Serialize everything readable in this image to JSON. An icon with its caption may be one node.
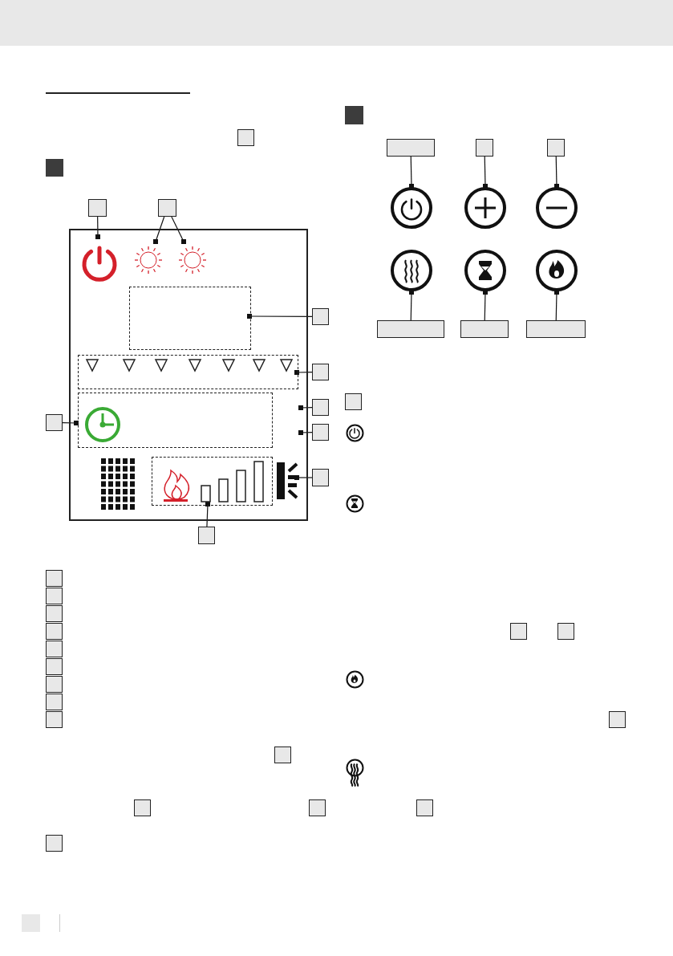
{
  "diagram": {
    "nodes": [
      {
        "text": [],
        "shape": "box"
      },
      {
        "text": [],
        "shape": "box"
      },
      {
        "text": [],
        "shape": "box"
      },
      {
        "text": [],
        "shape": "picture",
        "in": 0
      },
      {
        "text": [],
        "shape": "picture",
        "in": 0
      },
      {
        "text": [],
        "shape": "picture",
        "in": 0
      },
      {
        "text": [],
        "shape": "box",
        "in": 0
      },
      {
        "text": [],
        "shape": "box"
      },
      {
        "text": [],
        "shape": "box",
        "in": 0
      },
      {
        "text": [],
        "shape": "box"
      },
      {
        "text": [],
        "shape": "box"
      },
      {
        "text": [],
        "shape": "box"
      },
      {
        "text": [],
        "shape": "box"
      },
      {
        "text": [],
        "shape": "box",
        "in": 0
      },
      {
        "text": [],
        "shape": "picture",
        "in": 0
      },
      {
        "text": [],
        "shape": "box"
      },
      {
        "text": [],
        "shape": "box",
        "in": 0
      },
      {
        "text": [],
        "shape": "box"
      },
      {
        "text": [],
        "shape": "box"
      },
      {
        "text": [],
        "shape": "box"
      },
      {
        "text": [],
        "shape": "box"
      },
      {
        "text": [],
        "shape": "circle"
      },
      {
        "text": [],
        "shape": "circle"
      },
      {
        "text": [],
        "shape": "circle"
      },
      {
        "text": [],
        "shape": "circle"
      },
      {
        "text": [],
        "shape": "circle"
      },
      {
        "text": [],
        "shape": "circle"
      },
      {
        "text": [],
        "shape": "box"
      },
      {
        "text": [],
        "shape": "box"
      },
      {
        "text": [],
        "shape": "box"
      },
      {
        "text": [],
        "shape": "box"
      },
      {
        "text": [],
        "shape": "box"
      },
      {
        "text": [],
        "shape": "box"
      },
      {
        "text": [],
        "shape": "box"
      },
      {
        "text": [],
        "shape": "box"
      },
      {
        "text": [],
        "shape": "box"
      },
      {
        "text": [],
        "shape": "box"
      },
      {
        "text": [],
        "shape": "box"
      },
      {
        "text": [],
        "shape": "box"
      },
      {
        "text": [],
        "shape": "box"
      },
      {
        "text": [],
        "shape": "box"
      },
      {
        "text": [],
        "shape": "box"
      },
      {
        "text": [],
        "shape": "box"
      },
      {
        "text": [],
        "shape": "box"
      },
      {
        "text": [],
        "shape": "box"
      },
      {
        "text": [],
        "shape": "box"
      },
      {
        "text": [],
        "shape": "box"
      },
      {
        "text": [],
        "shape": "box"
      },
      {
        "text": [],
        "shape": "box"
      }
    ],
    "edges": [
      {
        "from": 1,
        "to": 3,
        "arrow": "other"
      },
      {
        "from": 2,
        "to": 4,
        "arrow": "other"
      },
      {
        "from": 2,
        "to": 5,
        "arrow": "other"
      },
      {
        "from": 7,
        "to": 6,
        "arrow": "other"
      },
      {
        "from": 9,
        "to": 8,
        "arrow": "other"
      },
      {
        "from": 10,
        "to": null,
        "arrow": "other"
      },
      {
        "from": 11,
        "to": null,
        "arrow": "other"
      },
      {
        "from": 12,
        "to": 13,
        "arrow": "other"
      },
      {
        "from": 15,
        "to": 14,
        "arrow": "other"
      },
      {
        "from": 17,
        "to": 16,
        "arrow": "other"
      },
      {
        "from": 18,
        "to": 21,
        "arrow": "other"
      },
      {
        "from": 19,
        "to": 22,
        "arrow": "other"
      },
      {
        "from": 20,
        "to": 23,
        "arrow": "other"
      },
      {
        "from": 27,
        "to": 24,
        "arrow": "other"
      },
      {
        "from": 28,
        "to": 25,
        "arrow": "other"
      },
      {
        "from": 29,
        "to": 26,
        "arrow": "other"
      }
    ]
  }
}
